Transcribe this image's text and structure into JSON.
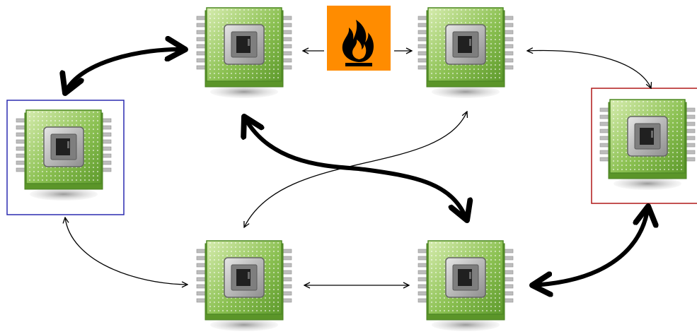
{
  "diagram": {
    "nodes": [
      {
        "id": "top-left",
        "kind": "cpu-chip",
        "highlight": null
      },
      {
        "id": "top-right",
        "kind": "cpu-chip",
        "highlight": null
      },
      {
        "id": "left",
        "kind": "cpu-chip",
        "highlight": "blue"
      },
      {
        "id": "right",
        "kind": "cpu-chip",
        "highlight": "red"
      },
      {
        "id": "bottom-left",
        "kind": "cpu-chip",
        "highlight": null
      },
      {
        "id": "bottom-right",
        "kind": "cpu-chip",
        "highlight": null
      }
    ],
    "hazard": {
      "icon": "flame-icon",
      "between": [
        "top-left",
        "top-right"
      ],
      "color": "#ff8c00"
    },
    "connections": [
      {
        "from": "left",
        "to": "top-left",
        "style": "heavy",
        "directed": "both"
      },
      {
        "from": "top-left",
        "to": "bottom-right",
        "style": "heavy",
        "directed": "both"
      },
      {
        "from": "right",
        "to": "bottom-right",
        "style": "heavy",
        "directed": "both"
      },
      {
        "from": "top-right",
        "to": "right",
        "style": "thin",
        "directed": "both"
      },
      {
        "from": "top-right",
        "to": "bottom-left",
        "style": "thin",
        "directed": "both"
      },
      {
        "from": "left",
        "to": "bottom-left",
        "style": "thin",
        "directed": "both"
      },
      {
        "from": "bottom-left",
        "to": "bottom-right",
        "style": "thin",
        "directed": "both"
      },
      {
        "from": "top-left",
        "to": "hazard",
        "style": "thin",
        "directed": "forward"
      },
      {
        "from": "hazard",
        "to": "top-right",
        "style": "thin",
        "directed": "forward"
      }
    ],
    "colors": {
      "chip_green": "#6fa83a",
      "chip_light": "#c8e29f",
      "pins": "#b9b9b9",
      "core": "#8a8a8a",
      "blue_frame": "#2b2bb0",
      "red_frame": "#b01818",
      "arrow": "#000000"
    }
  }
}
